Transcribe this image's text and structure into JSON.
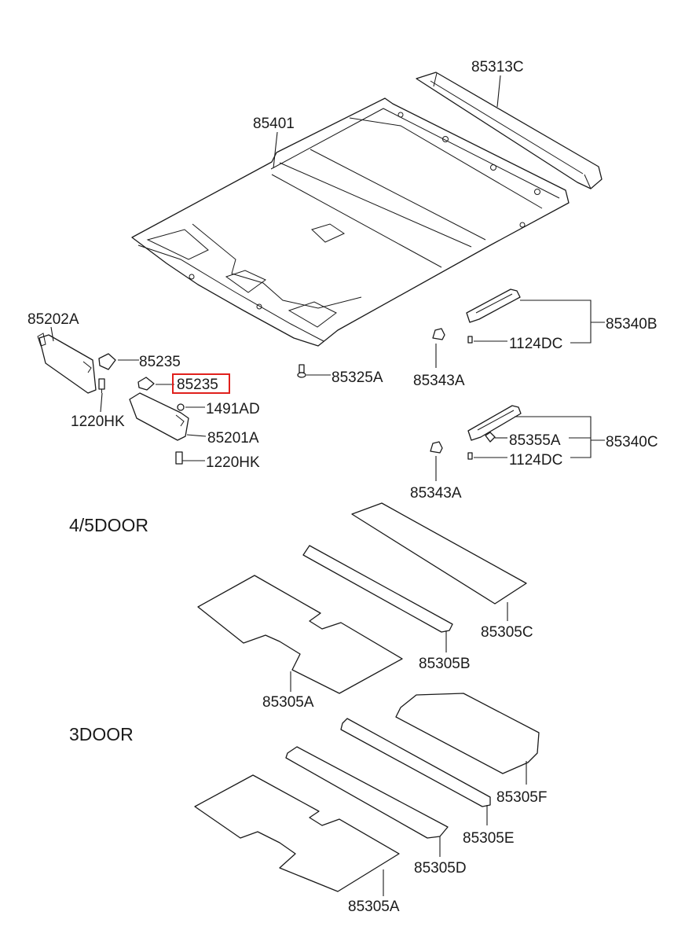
{
  "sections": {
    "four_five_door": "4/5DOOR",
    "three_door": "3DOOR"
  },
  "labels": {
    "p85313C": "85313C",
    "p85401": "85401",
    "p85202A": "85202A",
    "p85235_a": "85235",
    "p85235_b": "85235",
    "p85325A": "85325A",
    "p85343A_a": "85343A",
    "p85340B": "85340B",
    "p1124DC_a": "1124DC",
    "p1220HK_a": "1220HK",
    "p1491AD": "1491AD",
    "p85201A": "85201A",
    "p1220HK_b": "1220HK",
    "p85355A": "85355A",
    "p85340C": "85340C",
    "p1124DC_b": "1124DC",
    "p85343A_b": "85343A",
    "p85305C": "85305C",
    "p85305B": "85305B",
    "p85305A_a": "85305A",
    "p85305F": "85305F",
    "p85305E": "85305E",
    "p85305D": "85305D",
    "p85305A_b": "85305A"
  },
  "highlight": {
    "label": "85235",
    "color": "#e0201c"
  }
}
